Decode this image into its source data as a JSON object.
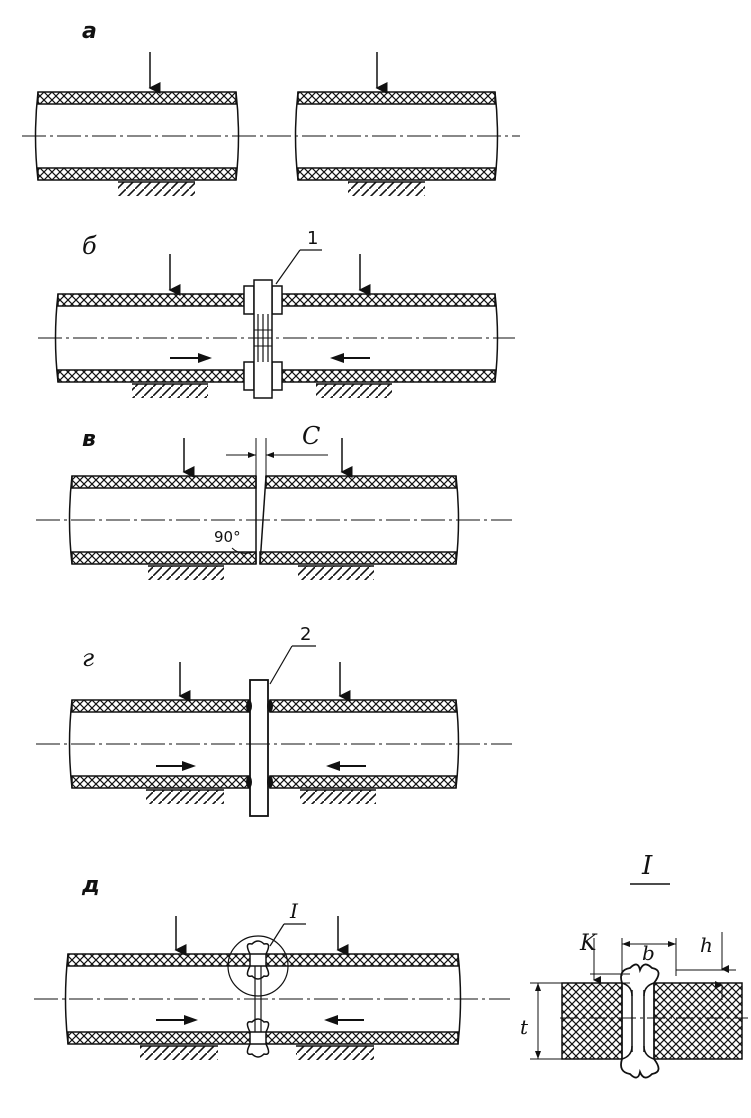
{
  "labels": {
    "a": "а",
    "b": "б",
    "v": "в",
    "g": "г",
    "d": "д"
  },
  "callouts": {
    "one": "1",
    "two": "2",
    "detail_mark": "I",
    "detail_title": "I"
  },
  "dimensions": {
    "gap": "C",
    "angle": "90°",
    "b": "b",
    "h": "h",
    "k": "K",
    "t": "t"
  }
}
